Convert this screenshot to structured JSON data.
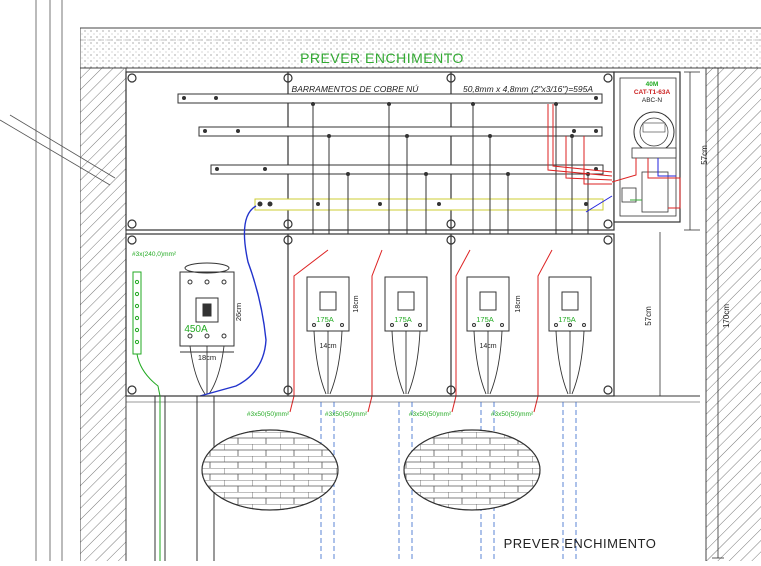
{
  "labels": {
    "prever_top": "PREVER ENCHIMENTO",
    "prever_bottom": "PREVER ENCHIMENTO",
    "barramentos": "BARRAMENTOS DE COBRE NÚ",
    "barra_spec": "50,8mm x 4,8mm (2\"x3/16\")=595A",
    "meter_line1": "40M",
    "meter_line2": "CAT-T1-63A",
    "meter_line3": "ABC-N",
    "dim_57_top": "57cm",
    "dim_57_mid": "57cm",
    "dim_170": "170cm",
    "cable_main": "#3x(240,0)mm²",
    "breaker_main_rating": "450A",
    "breaker_main_height": "26cm",
    "breaker_main_width": "18cm",
    "breaker_small_rating": "175A",
    "breaker_small_height": "18cm",
    "breaker_small_width": "14cm",
    "cable_out": "#3x50(50)mm²"
  }
}
